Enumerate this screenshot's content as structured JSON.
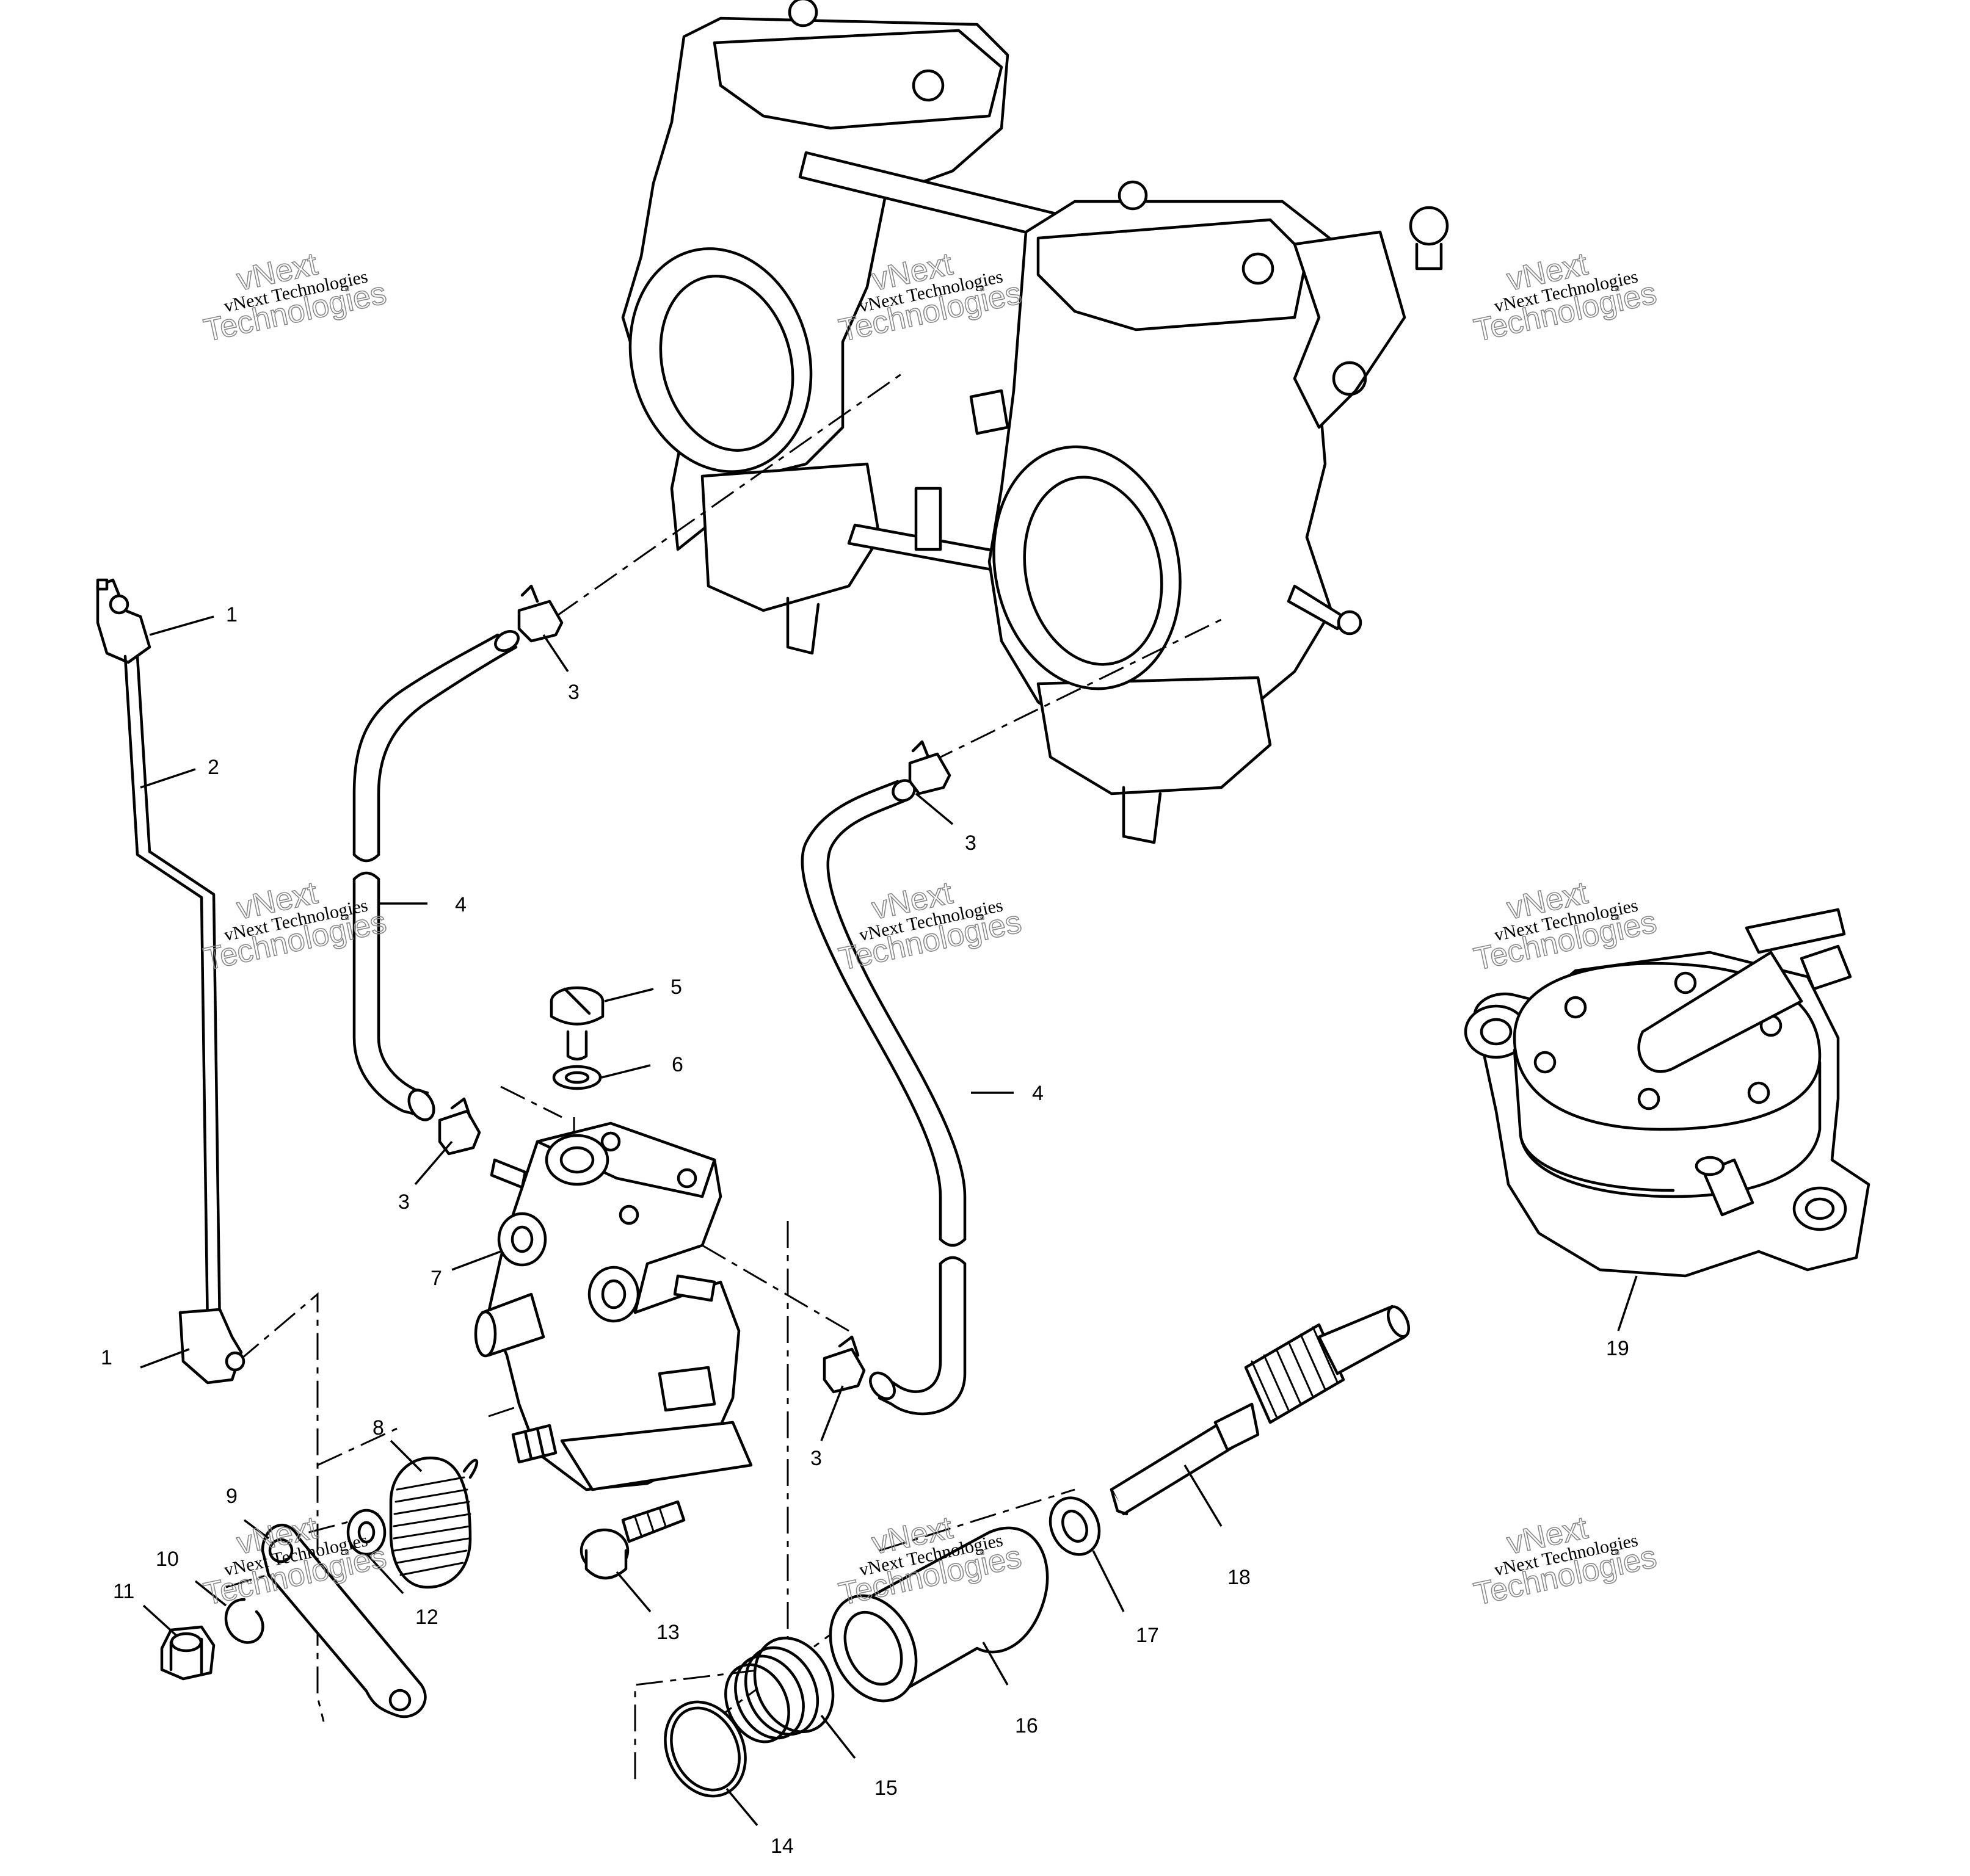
{
  "watermark": {
    "brand_line": "vNext Technologies",
    "big_top": "vNext",
    "big_bottom": "Technologies"
  },
  "callouts": {
    "c1a": "1",
    "c1b": "1",
    "c2": "2",
    "c3a": "3",
    "c3b": "3",
    "c3c": "3",
    "c3d": "3",
    "c4a": "4",
    "c4b": "4",
    "c5": "5",
    "c6": "6",
    "c7": "7",
    "c8": "8",
    "c9": "9",
    "c10": "10",
    "c11": "11",
    "c12": "12",
    "c13": "13",
    "c14": "14",
    "c15": "15",
    "c16": "16",
    "c17": "17",
    "c18": "18",
    "c19": "19"
  }
}
